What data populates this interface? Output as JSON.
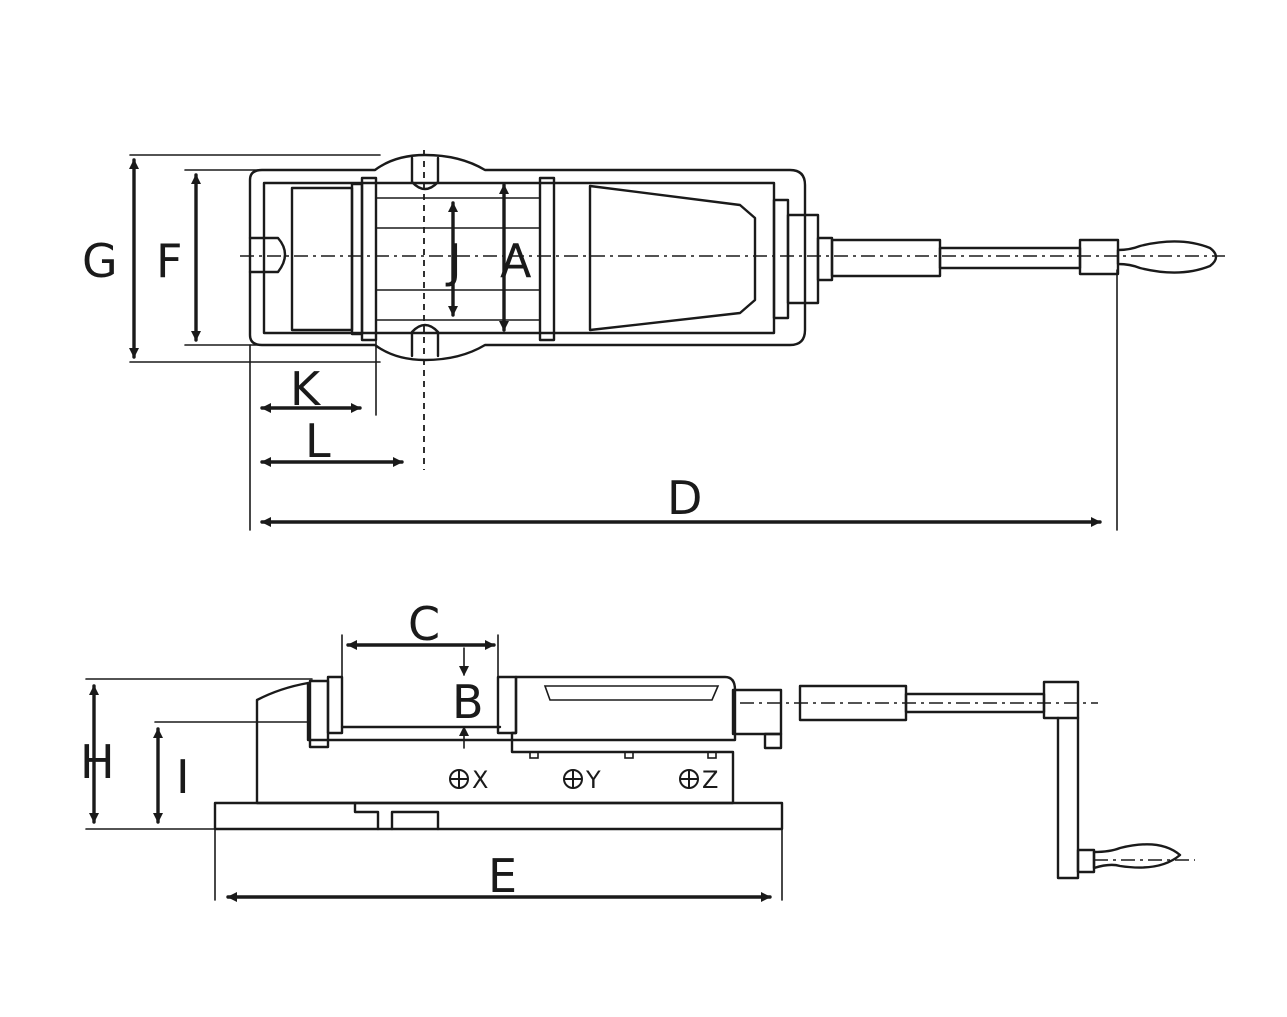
{
  "labels": {
    "A": "A",
    "B": "B",
    "C": "C",
    "D": "D",
    "E": "E",
    "F": "F",
    "G": "G",
    "H": "H",
    "I": "I",
    "J": "J",
    "K": "K",
    "L": "L"
  },
  "markers": {
    "x": "X",
    "y": "Y",
    "z": "Z"
  },
  "colors": {
    "line": "#1a1a1a",
    "background": "#ffffff"
  }
}
